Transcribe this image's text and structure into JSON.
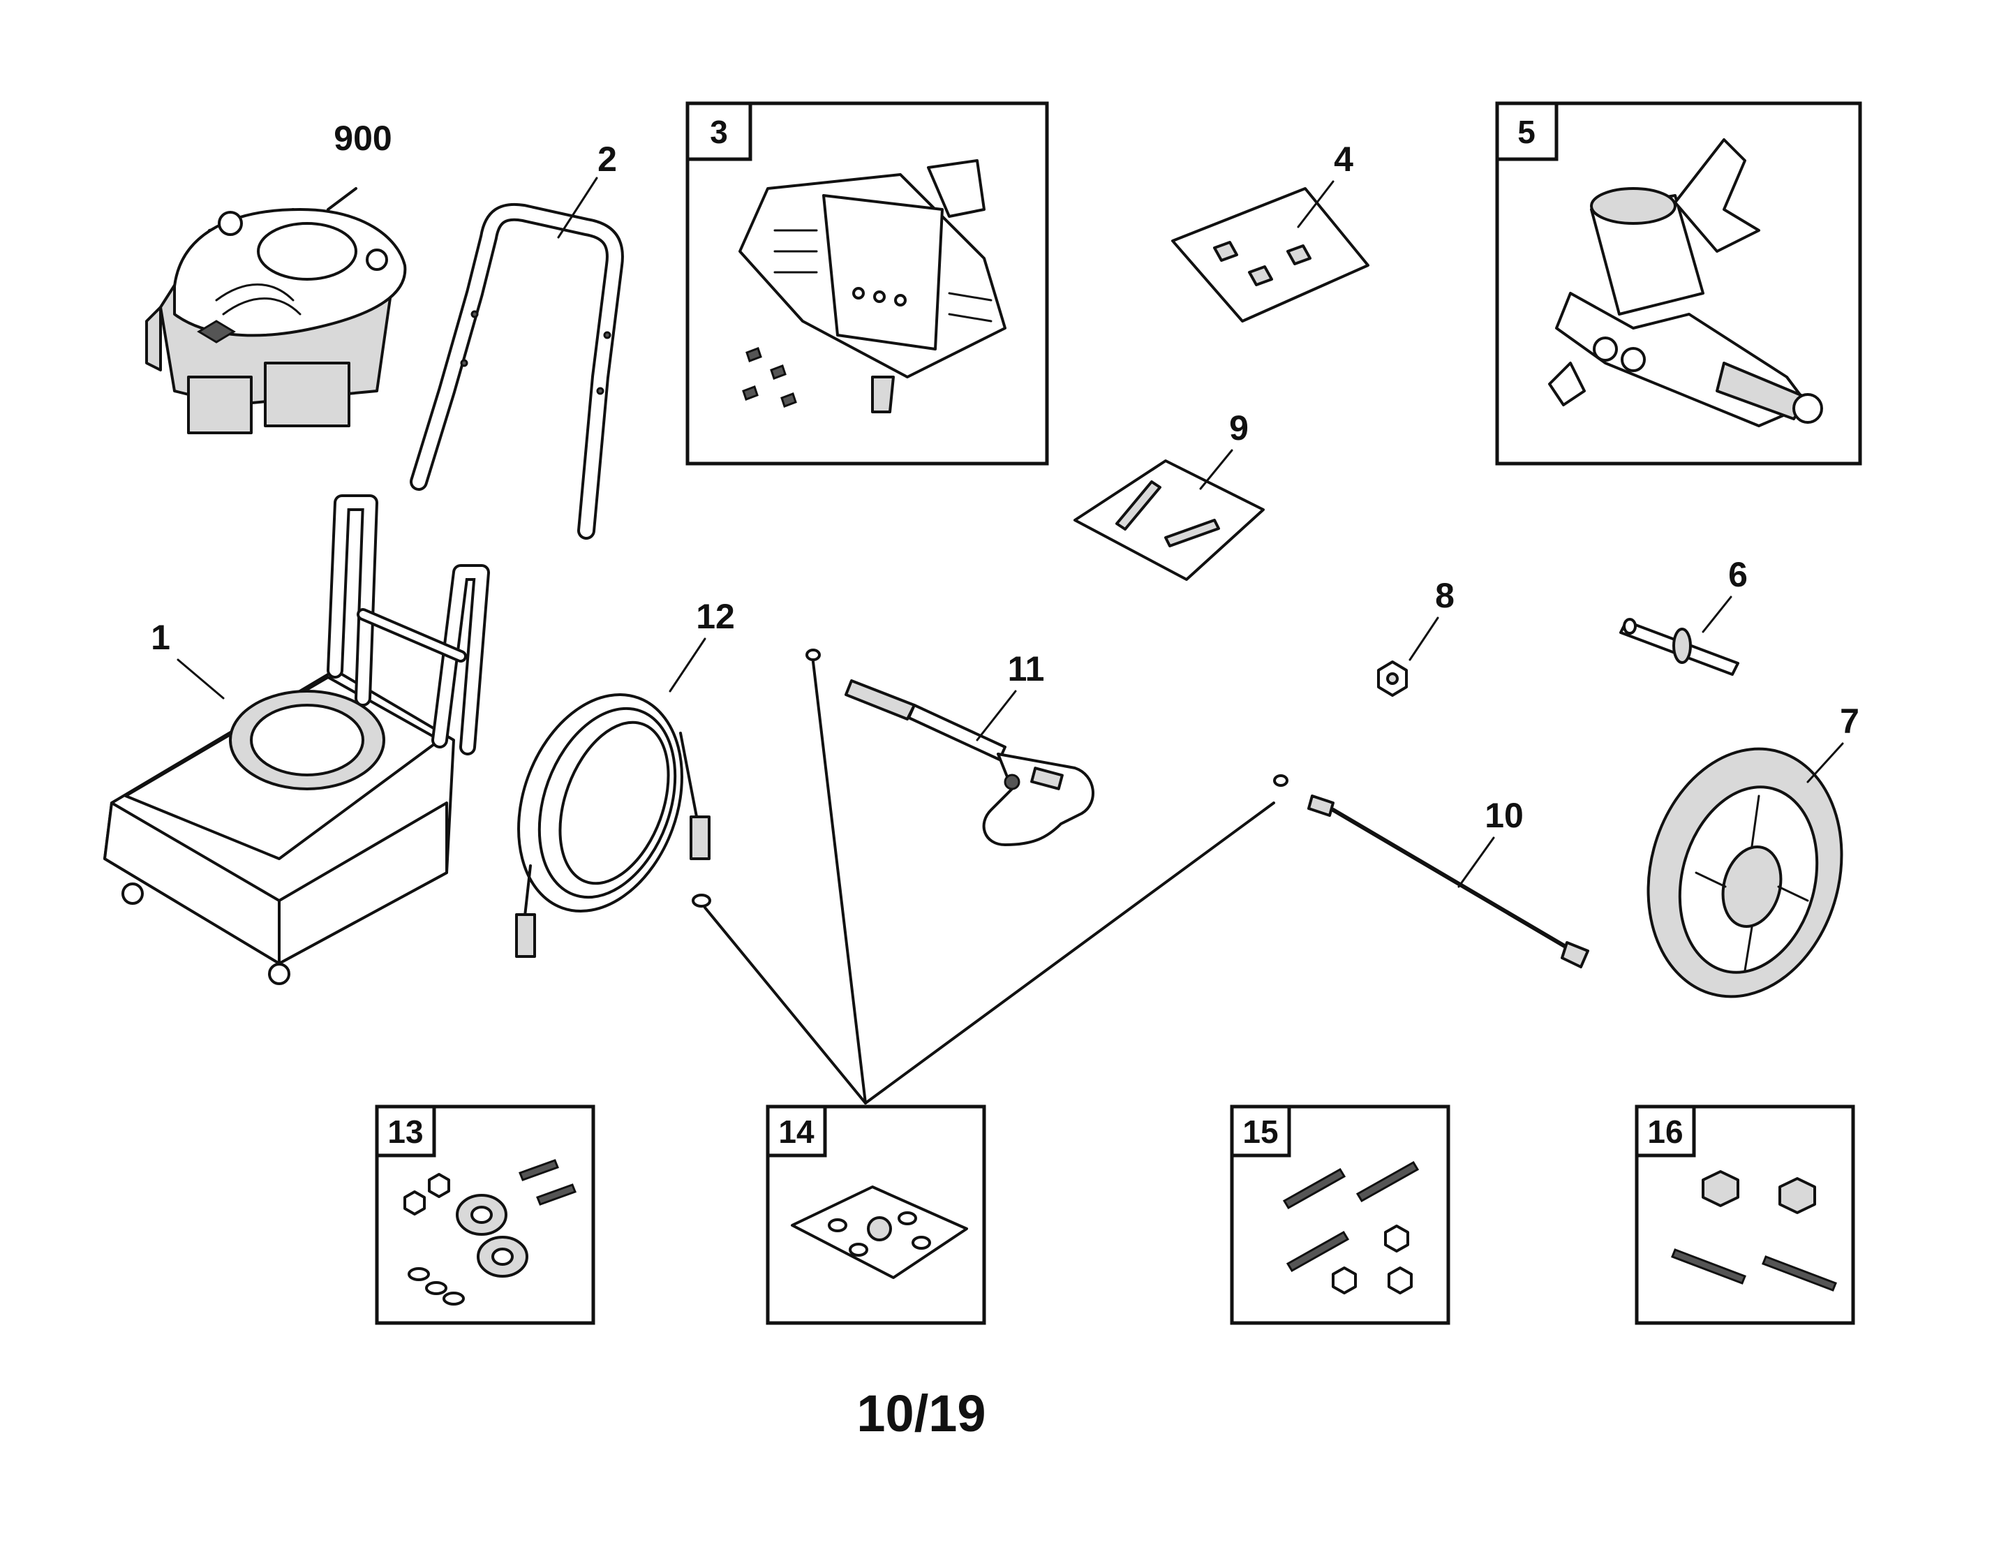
{
  "diagram": {
    "part_labels": {
      "p900": "900",
      "p1": "1",
      "p2": "2",
      "p4": "4",
      "p6": "6",
      "p7": "7",
      "p8": "8",
      "p9": "9",
      "p10": "10",
      "p11": "11",
      "p12": "12"
    },
    "kit_boxes": {
      "k3": "3",
      "k5": "5",
      "k13": "13",
      "k14": "14",
      "k15": "15",
      "k16": "16"
    },
    "page_number": "10/19"
  }
}
